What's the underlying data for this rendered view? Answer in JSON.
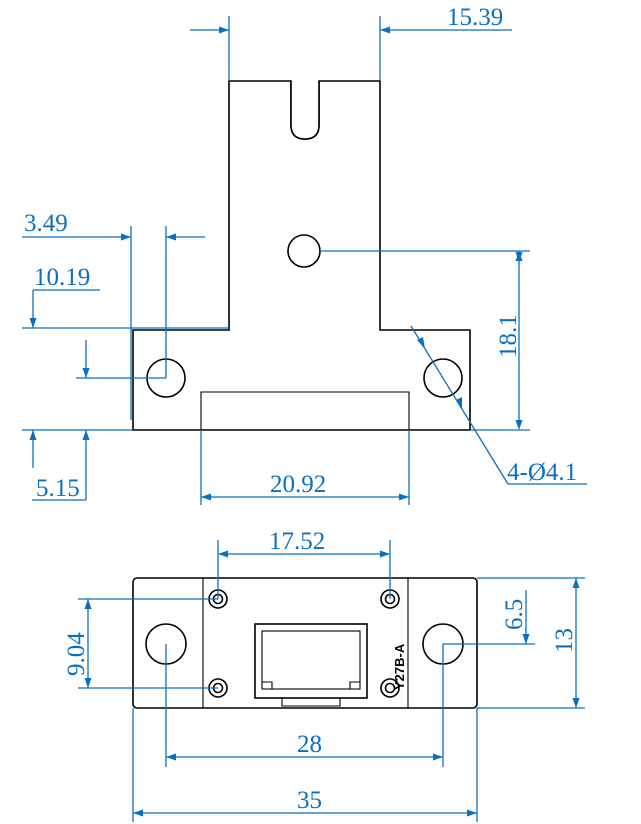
{
  "dimensions": {
    "top_width": "15.39",
    "ear_offset": "3.49",
    "ear_height": "10.19",
    "hole_height": "18.1",
    "base_gap": "5.15",
    "slot_width": "20.92",
    "mount_holes": "4-Ø4.1",
    "screw_pitch_x": "17.52",
    "screw_pitch_y": "9.04",
    "hole_center_y": "6.5",
    "body_height": "13",
    "hole_spacing": "28",
    "total_width": "35"
  },
  "part_label": "Y27B-A",
  "colors": {
    "dimension": "#0b6fc0",
    "outline": "#000000"
  }
}
